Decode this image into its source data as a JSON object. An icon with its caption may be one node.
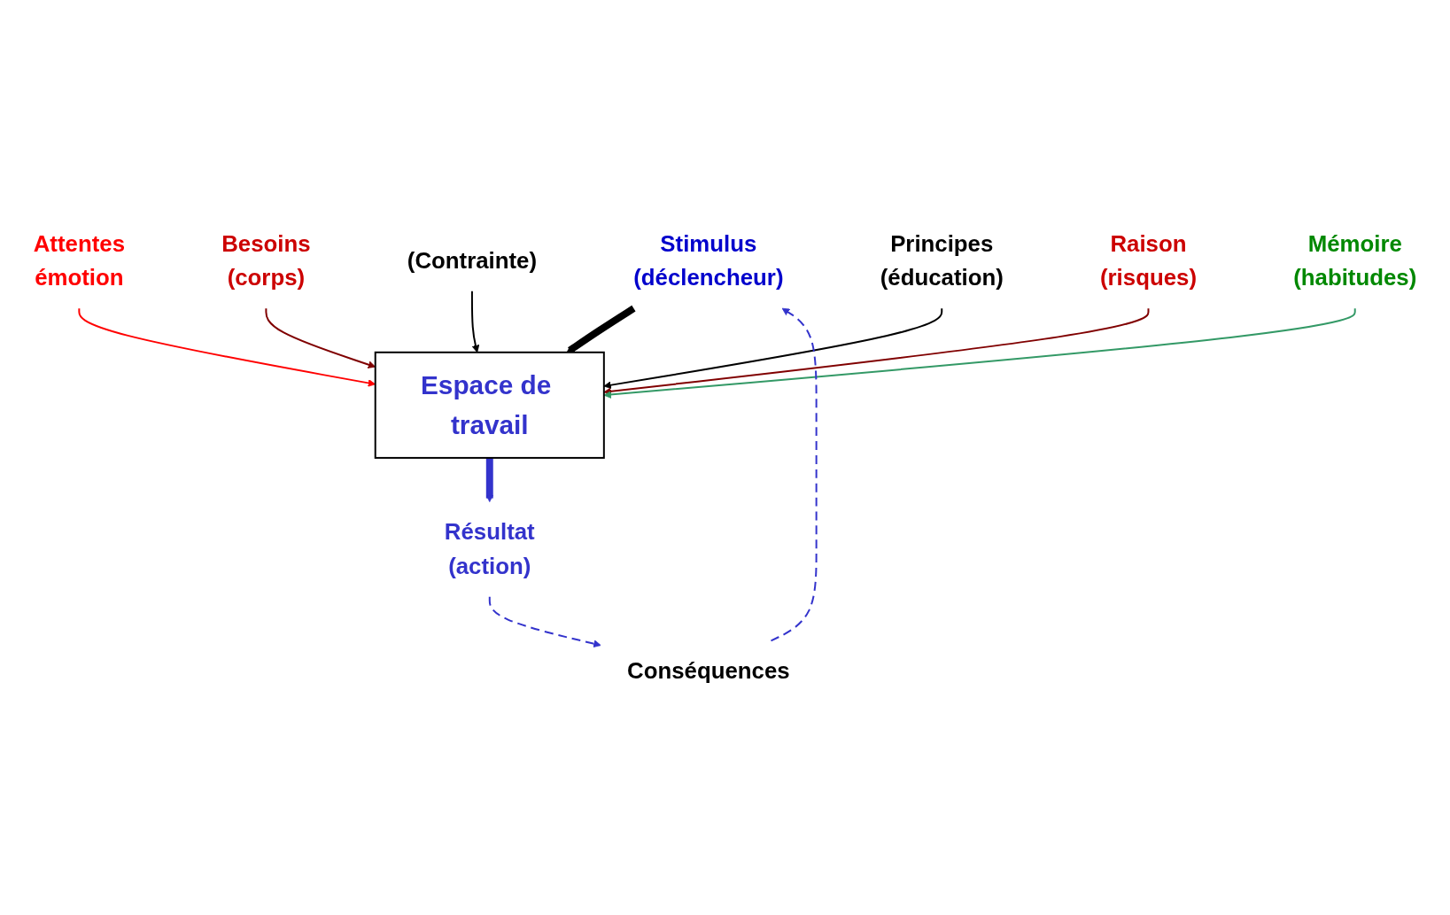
{
  "diagram": {
    "nodes": [
      {
        "text": [
          "Stimulus",
          "(déclencheur)"
        ]
      },
      {
        "text": [
          "Attentes",
          "émotion"
        ]
      },
      {
        "text": [
          "Besoins",
          "(corps)"
        ]
      },
      {
        "text": [
          "(Contrainte)"
        ]
      },
      {
        "text": [
          "Espace de travail"
        ]
      },
      {
        "text": [
          "Principes",
          "(éducation)"
        ]
      },
      {
        "text": [
          "Raison",
          "(risques)"
        ]
      },
      {
        "text": [
          "Mémoire",
          "(habitudes)"
        ]
      },
      {
        "text": [
          "Résultat",
          "(action)"
        ]
      },
      {
        "text": [
          "Conséquences"
        ]
      }
    ],
    "edges": [
      {
        "from": 0,
        "to": 4,
        "arrow": "to",
        "style": "thick"
      },
      {
        "from": 1,
        "to": 4,
        "arrow": "to",
        "color": "#ff0000"
      },
      {
        "from": 2,
        "to": 4,
        "arrow": "to",
        "color": "#800000"
      },
      {
        "from": 3,
        "to": 4,
        "arrow": "to"
      },
      {
        "from": 5,
        "to": 4,
        "arrow": "to"
      },
      {
        "from": 6,
        "to": 4,
        "arrow": "to",
        "color": "#800000"
      },
      {
        "from": 7,
        "to": 4,
        "arrow": "to",
        "color": "#339966"
      },
      {
        "from": 4,
        "to": 8,
        "arrow": "to",
        "style": "thick",
        "color": "#3333cc"
      },
      {
        "from": 8,
        "to": 9,
        "arrow": "to",
        "style": "dashed",
        "color": "#3333cc"
      },
      {
        "from": 9,
        "to": 0,
        "arrow": "to",
        "style": "dashed",
        "color": "#3333cc"
      }
    ]
  }
}
